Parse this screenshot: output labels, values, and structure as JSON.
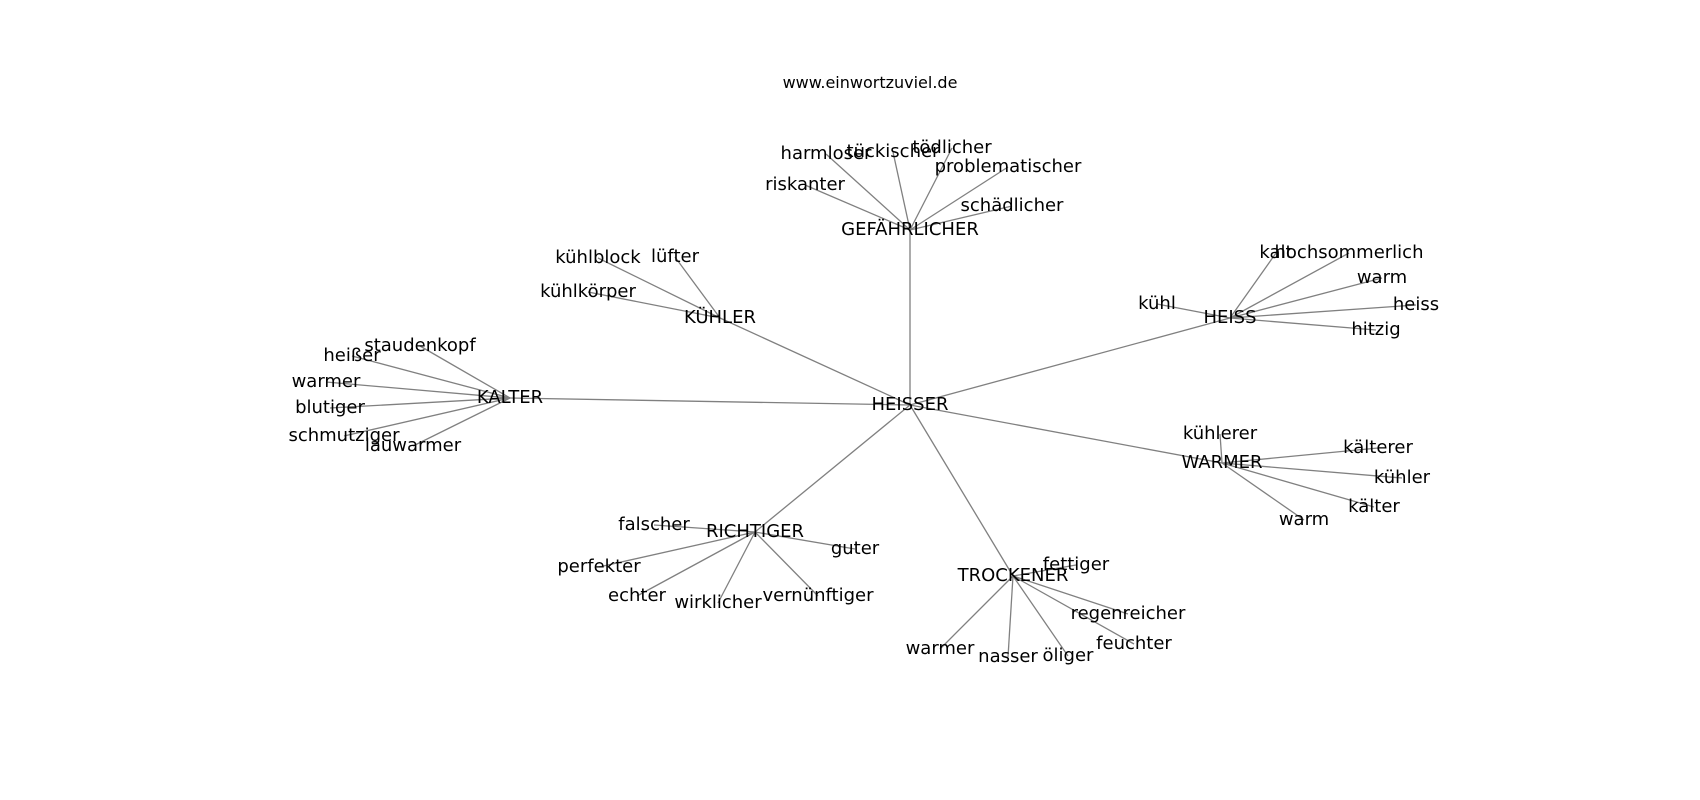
{
  "site_title": "www.einwortzuviel.de",
  "edge_color": "#808080",
  "graph": {
    "center": "HEISSER",
    "clusters": [
      {
        "hub": "GEFÄHRLICHER",
        "leaves": [
          "harmloser",
          "tückischer",
          "tödlicher",
          "problematischer",
          "riskanter",
          "schädlicher"
        ]
      },
      {
        "hub": "KÜHLER",
        "leaves": [
          "kühlblock",
          "lüfter",
          "kühlkörper"
        ]
      },
      {
        "hub": "HEISS",
        "leaves": [
          "kalt",
          "hochsommerlich",
          "warm",
          "kühl",
          "heiss",
          "hitzig"
        ]
      },
      {
        "hub": "KALTER",
        "leaves": [
          "staudenkopf",
          "heißer",
          "warmer",
          "blutiger",
          "schmutziger",
          "lauwarmer"
        ]
      },
      {
        "hub": "WARMER",
        "leaves": [
          "kühlerer",
          "kälterer",
          "kühler",
          "kälter",
          "warm"
        ]
      },
      {
        "hub": "RICHTIGER",
        "leaves": [
          "falscher",
          "guter",
          "perfekter",
          "echter",
          "wirklicher",
          "vernünftiger"
        ]
      },
      {
        "hub": "TROCKENER",
        "leaves": [
          "fettiger",
          "regenreicher",
          "feuchter",
          "warmer",
          "nasser",
          "öliger"
        ]
      }
    ]
  }
}
